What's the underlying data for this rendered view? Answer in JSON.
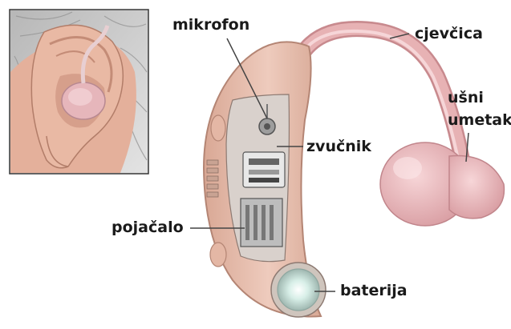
{
  "labels": {
    "microphone": "mikrofon",
    "tube": "cjevčica",
    "earpiece_line1": "ušni",
    "earpiece_line2": "umetak",
    "speaker": "zvučnik",
    "amplifier": "pojačalo",
    "battery": "baterija"
  },
  "colors": {
    "skin": "#e9b9a4",
    "device_body": "#e7bfae",
    "device_shadow": "#c99a88",
    "tube": "#dfa3a4",
    "earpiece": "#efc1c4",
    "leader_line": "#444444",
    "text": "#1a1a1a"
  }
}
